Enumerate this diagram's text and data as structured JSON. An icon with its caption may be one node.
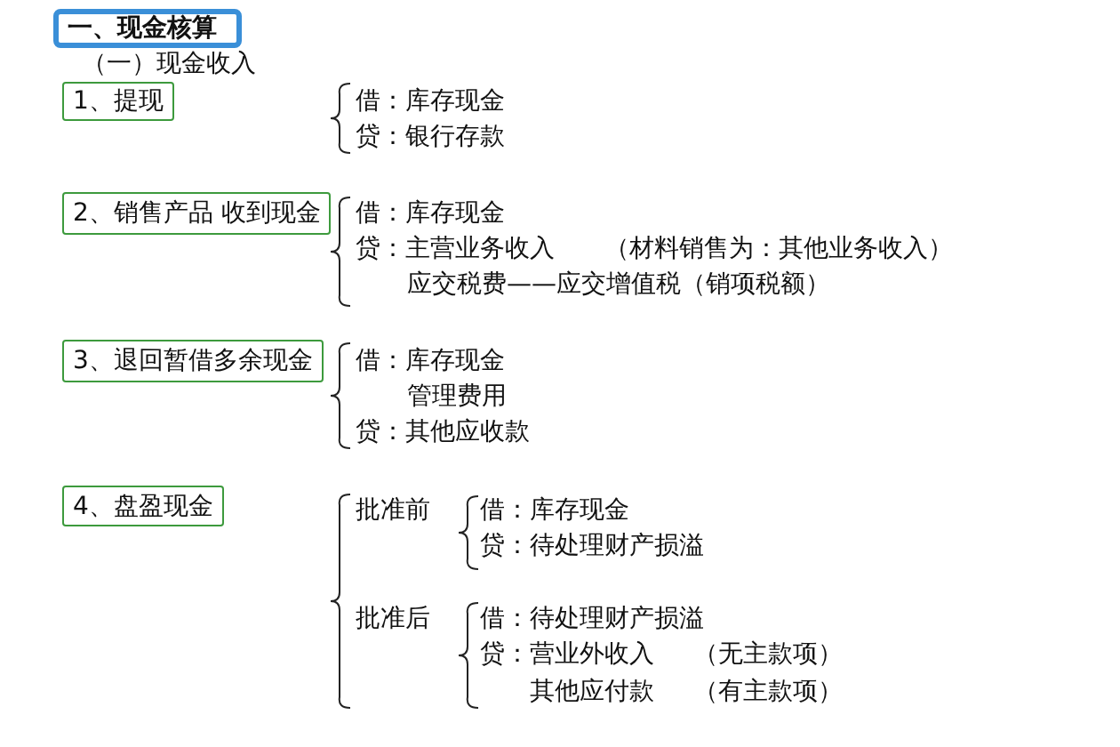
{
  "diagram": {
    "nodes": [
      {
        "text": [
          "一、现金核算"
        ]
      },
      {
        "text": [
          "1、提现"
        ]
      },
      {
        "text": [
          "2、销售产品 收到现金"
        ]
      },
      {
        "text": [
          "3、退回暂借多余现金"
        ]
      },
      {
        "text": [
          "4、盘盈现金"
        ]
      }
    ],
    "labels": [
      "（一）现金收入",
      "借：库存现金",
      "贷：银行存款",
      "借：库存现金",
      "贷：主营业务收入",
      "（材料销售为：其他业务收入）",
      "应交税费——应交增值税（销项税额）",
      "借：库存现金",
      "管理费用",
      "贷：其他应收款",
      "批准前",
      "借：库存现金",
      "贷：待处理财产损溢",
      "批准后",
      "借：待处理财产损溢",
      "贷：营业外收入",
      "（无主款项）",
      "其他应付款",
      "（有主款项）"
    ]
  }
}
